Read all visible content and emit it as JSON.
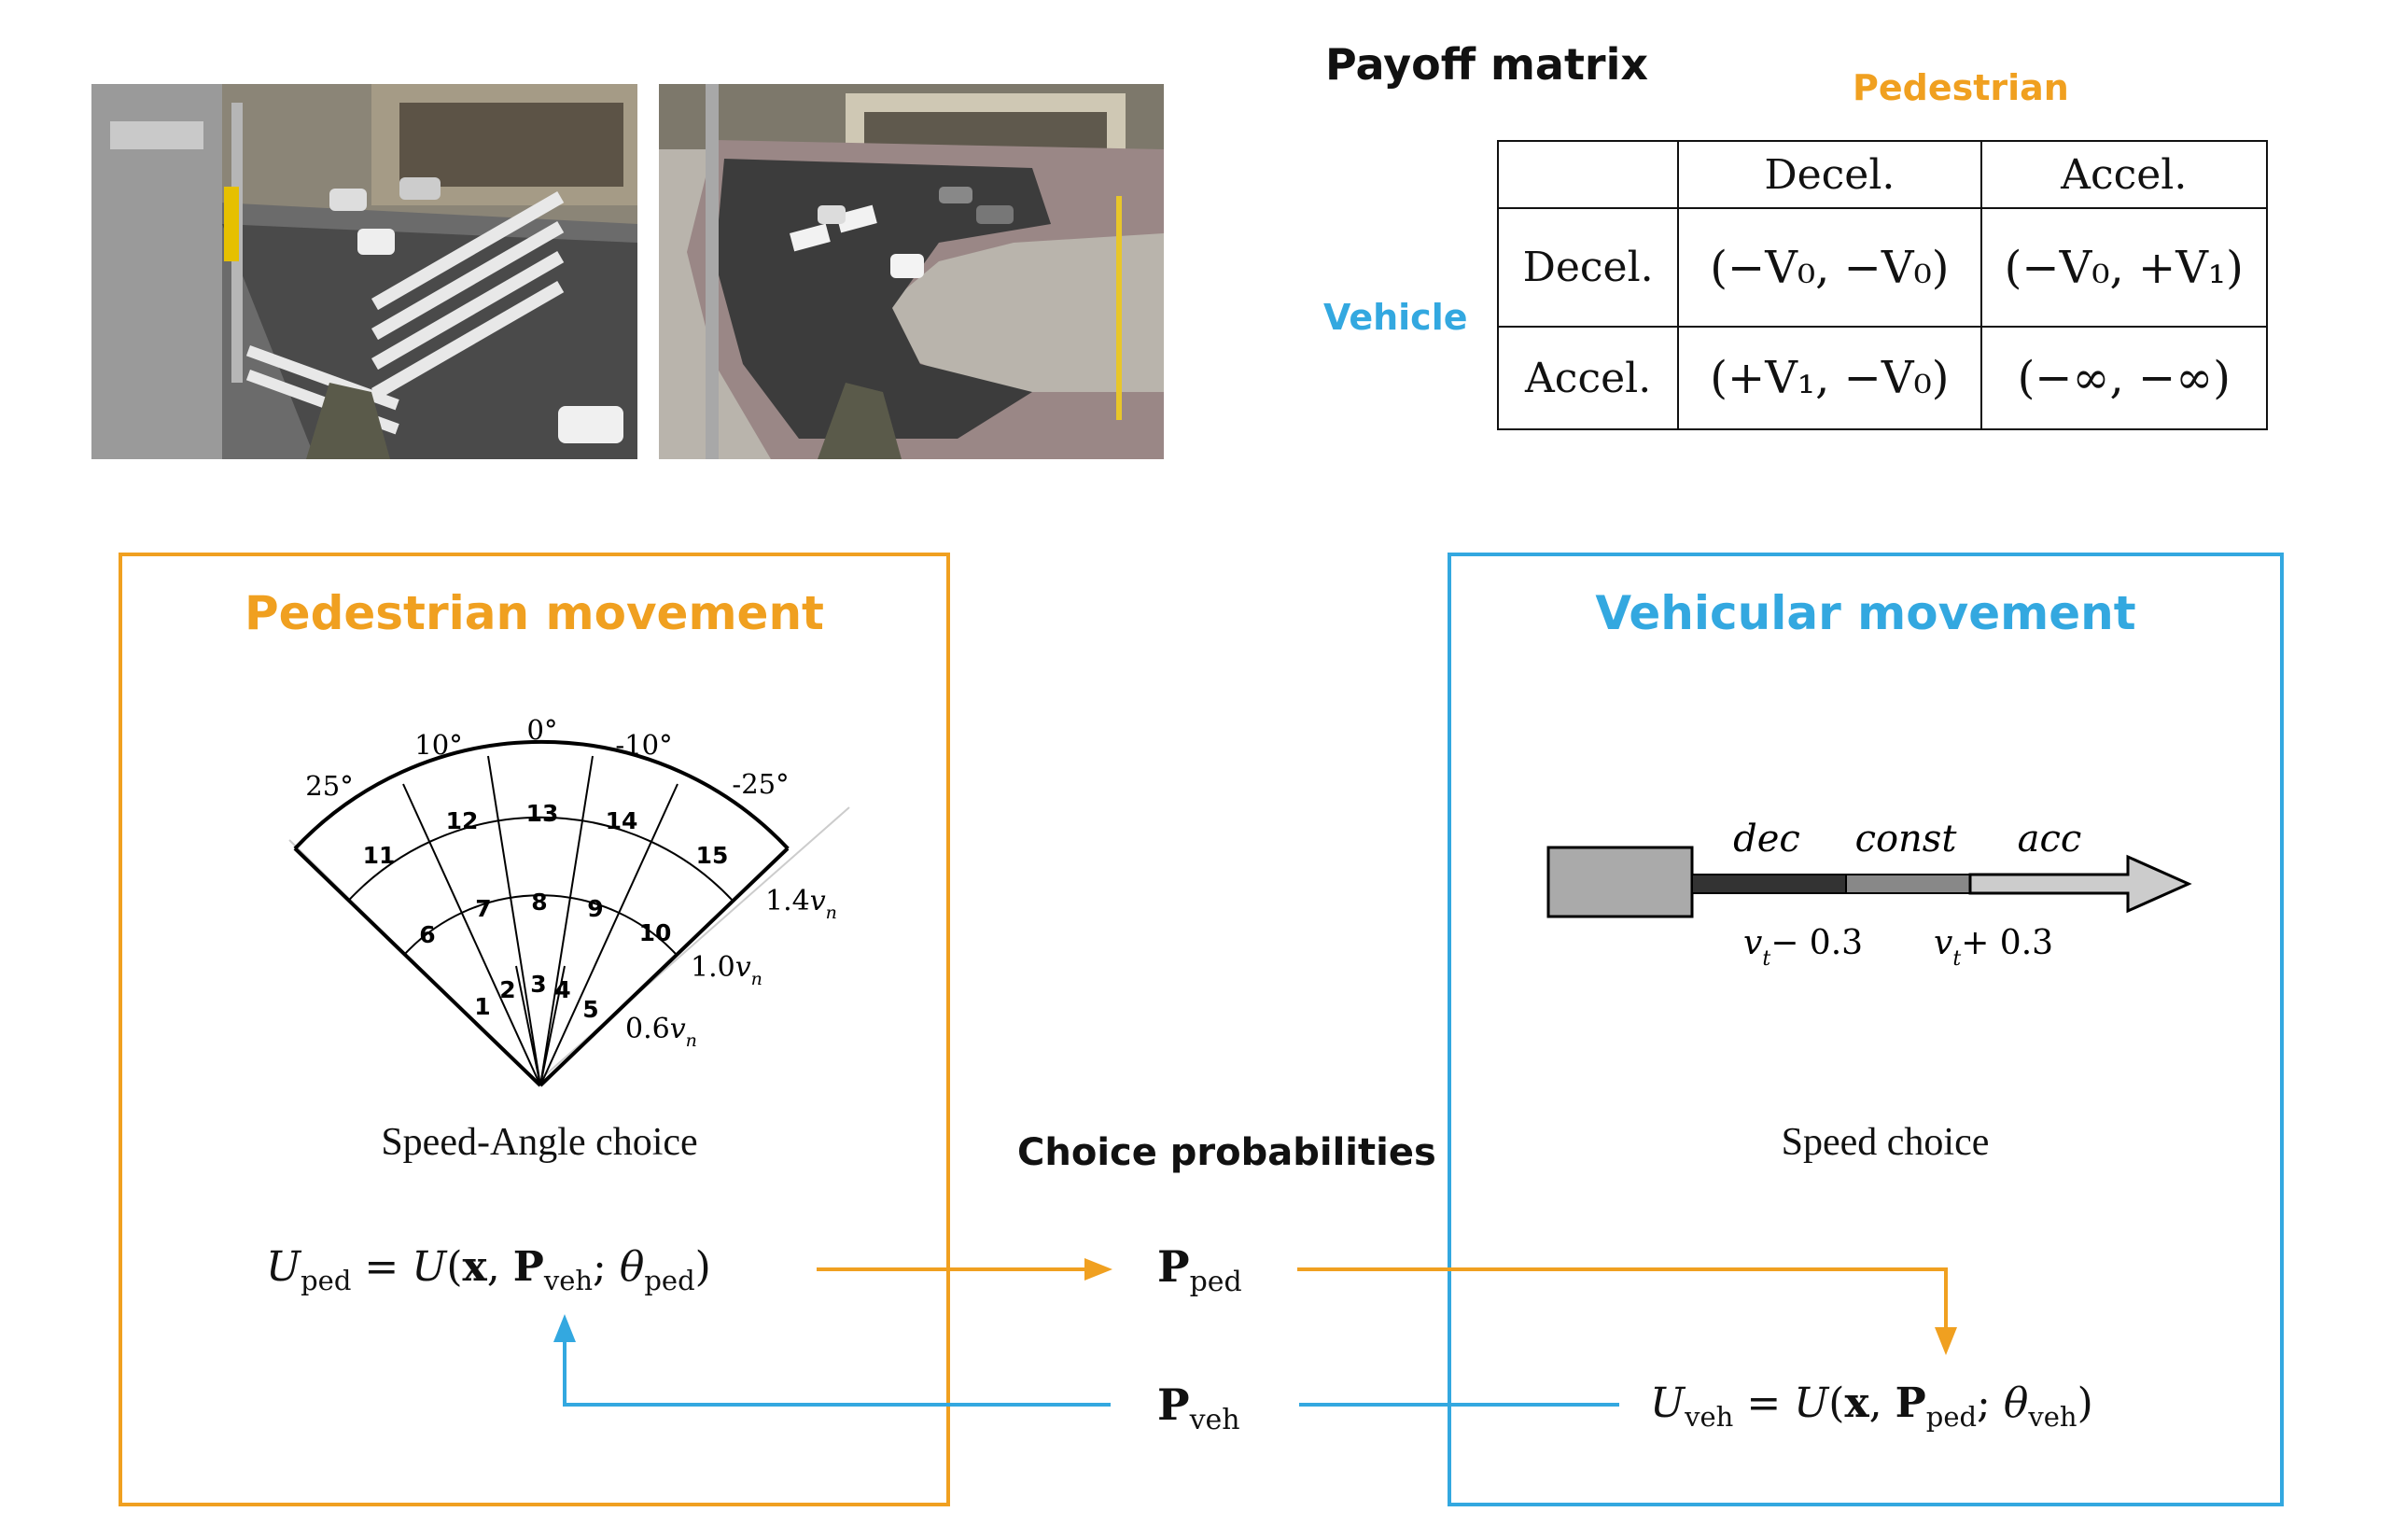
{
  "colors": {
    "pedestrian": "#F0A020",
    "vehicle": "#33A8E0",
    "text": "#111111"
  },
  "photos": [
    {
      "name": "intersection-photo-1"
    },
    {
      "name": "intersection-photo-2"
    }
  ],
  "payoff": {
    "title": "Payoff matrix",
    "col_player": "Pedestrian",
    "row_player": "Vehicle",
    "col_headers": [
      "Decel.",
      "Accel."
    ],
    "rows": [
      {
        "label": "Decel.",
        "cells": [
          "(−V₀, −V₀)",
          "(−V₀, +V₁)"
        ]
      },
      {
        "label": "Accel.",
        "cells": [
          "(+V₁, −V₀)",
          "(−∞, −∞)"
        ]
      }
    ]
  },
  "pedestrian": {
    "title": "Pedestrian movement",
    "angle_labels": [
      "25°",
      "10°",
      "0°",
      "-10°",
      "-25°"
    ],
    "speed_labels": [
      "1.4",
      "1.0",
      "0.6"
    ],
    "speed_var": "v",
    "speed_sub": "n",
    "cells": [
      "1",
      "2",
      "3",
      "4",
      "5",
      "6",
      "7",
      "8",
      "9",
      "10",
      "11",
      "12",
      "13",
      "14",
      "15"
    ],
    "caption": "Speed-Angle choice",
    "utility": {
      "lhs": "U",
      "lhs_sub": "ped",
      "rhs_fn": "U",
      "x": "x",
      "P": "P",
      "P_sub": "veh",
      "theta_sub": "ped"
    }
  },
  "vehicle": {
    "title": "Vehicular movement",
    "speed_labels": [
      "dec",
      "const",
      "acc"
    ],
    "threshold_low": "v",
    "threshold_low_sub": "t",
    "threshold_low_op": "− 0.3",
    "threshold_high": "v",
    "threshold_high_sub": "t",
    "threshold_high_op": "+ 0.3",
    "caption": "Speed choice",
    "utility": {
      "lhs": "U",
      "lhs_sub": "veh",
      "rhs_fn": "U",
      "x": "x",
      "P": "P",
      "P_sub": "ped",
      "theta_sub": "veh"
    }
  },
  "choice": {
    "title": "Choice probabilities",
    "p_ped": {
      "sym": "P",
      "sub": "ped"
    },
    "p_veh": {
      "sym": "P",
      "sub": "veh"
    }
  }
}
